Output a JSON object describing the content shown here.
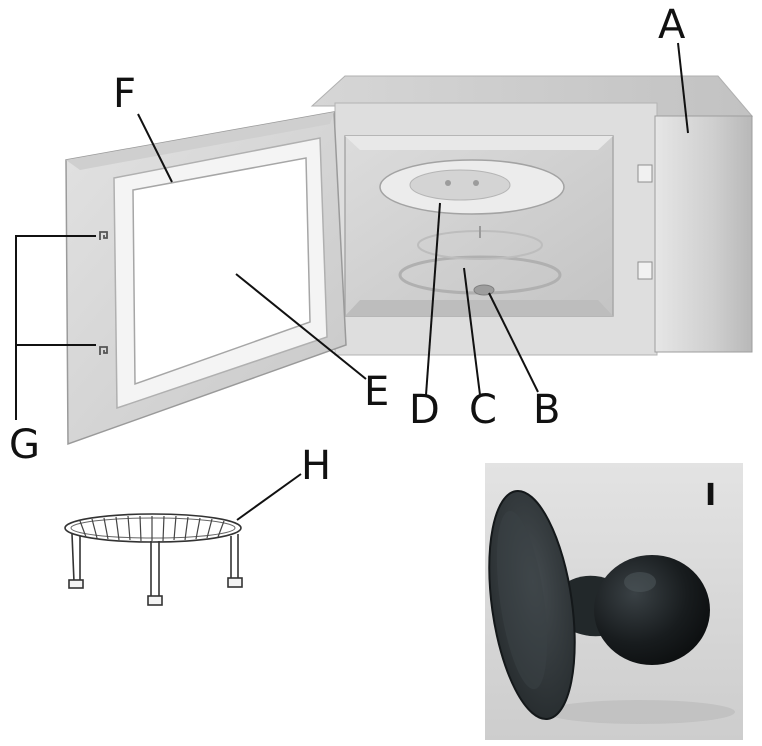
{
  "labels": {
    "a": "A",
    "b": "B",
    "c": "C",
    "d": "D",
    "e": "E",
    "f": "F",
    "g": "G",
    "h": "H",
    "i": "I"
  },
  "colors": {
    "body_light": "#e4e4e4",
    "body_mid": "#cfcfcf",
    "body_dark": "#a9a9a9",
    "window": "#ffffff",
    "photo_bg": "#d9d9d9",
    "suction_cup": "#2e3335",
    "knob": "#15191b"
  }
}
